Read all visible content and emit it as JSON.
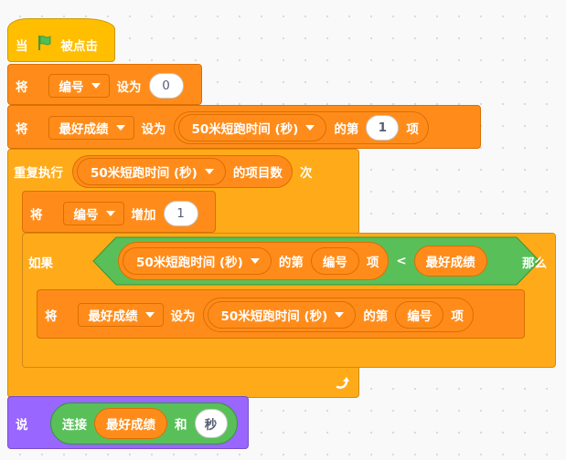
{
  "hat": {
    "label_when": "当",
    "label_clicked": "被点击"
  },
  "set_counter": {
    "label_set": "将",
    "variable": "编号",
    "label_to": "设为",
    "value": "0"
  },
  "set_best": {
    "label_set": "将",
    "variable": "最好成绩",
    "label_to": "设为",
    "list": "50米短跑时间 (秒)",
    "label_item": "的第",
    "index": "1",
    "label_suffix": "项"
  },
  "repeat": {
    "label": "重复执行",
    "list": "50米短跑时间 (秒)",
    "label_length": "的项目数",
    "label_times": "次"
  },
  "change_counter": {
    "label_set": "将",
    "variable": "编号",
    "label_change": "增加",
    "value": "1"
  },
  "if_block": {
    "label_if": "如果",
    "list": "50米短跑时间 (秒)",
    "label_item": "的第",
    "index_var": "编号",
    "label_suffix": "项",
    "operator": "<",
    "compare_var": "最好成绩",
    "label_then": "那么"
  },
  "set_best_inner": {
    "label_set": "将",
    "variable": "最好成绩",
    "label_to": "设为",
    "list": "50米短跑时间 (秒)",
    "label_item": "的第",
    "index_var": "编号",
    "label_suffix": "项"
  },
  "say": {
    "label_say": "说",
    "label_join": "连接",
    "join_var": "最好成绩",
    "label_and": "和",
    "join_text": "秒"
  },
  "colors": {
    "events": "#ffbf00",
    "variables": "#ff8c1a",
    "control": "#ffab19",
    "operators": "#59c059",
    "looks": "#9966ff",
    "list": "#ff661a",
    "flag": "#4cbf56"
  }
}
